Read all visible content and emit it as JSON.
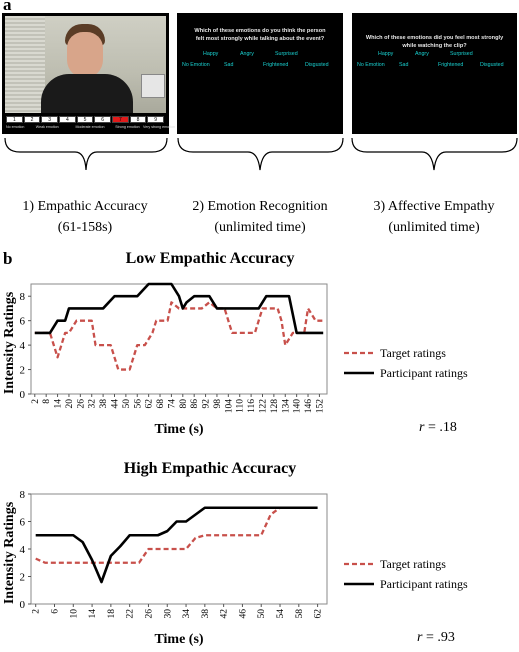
{
  "panel_a": {
    "letter": "a",
    "video": {
      "scale_numbers": [
        "1",
        "2",
        "3",
        "4",
        "5",
        "6",
        "7",
        "8",
        "9"
      ],
      "scale_labels": [
        "No emotion",
        "Weak emotion",
        "Moderate emotion",
        "Strong emotion",
        "Very strong emotion"
      ]
    },
    "screen2": {
      "question": "Which of these emotions do you think the person felt most strongly while talking about the event?",
      "row1": [
        "Happy",
        "Angry",
        "Surprised"
      ],
      "row2": [
        "No Emotion",
        "Sad",
        "Frightened",
        "Disgusted"
      ]
    },
    "screen3": {
      "question": "Which of these emotions did you feel most strongly while watching the clip?",
      "row1": [
        "Happy",
        "Angry",
        "Surprised"
      ],
      "row2": [
        "No Emotion",
        "Sad",
        "Frightened",
        "Disgusted"
      ]
    },
    "captions": [
      {
        "line1": "1) Empathic Accuracy",
        "line2": "(61-158s)"
      },
      {
        "line1": "2) Emotion Recognition",
        "line2": "(unlimited time)"
      },
      {
        "line1": "3) Affective Empathy",
        "line2": "(unlimited time)"
      }
    ],
    "colors": {
      "screen_bg": "#000000",
      "option_text": "#19d2d2",
      "selected_box": "#e01a1a"
    }
  },
  "panel_b": {
    "letter": "b"
  },
  "chart_data": [
    {
      "type": "line",
      "title": "Low Empathic Accuracy",
      "xlabel": "Time (s)",
      "ylabel": "Intensity Ratings",
      "xlim": [
        0,
        156
      ],
      "ylim": [
        0,
        9
      ],
      "x_ticks": [
        2,
        8,
        14,
        20,
        26,
        32,
        38,
        44,
        50,
        56,
        62,
        68,
        74,
        80,
        86,
        92,
        98,
        104,
        110,
        116,
        122,
        128,
        134,
        140,
        146,
        152
      ],
      "y_ticks": [
        0,
        2,
        4,
        6,
        8
      ],
      "grid": false,
      "legend_position": "right",
      "annotation": {
        "prefix": "r",
        "value": "= .18"
      },
      "series": [
        {
          "name": "Target ratings",
          "color": "#c8504b",
          "dash": true,
          "x": [
            2,
            6,
            10,
            12,
            14,
            16,
            18,
            20,
            24,
            28,
            32,
            34,
            38,
            42,
            46,
            48,
            52,
            56,
            60,
            64,
            66,
            70,
            72,
            74,
            78,
            82,
            86,
            90,
            94,
            98,
            102,
            106,
            110,
            114,
            118,
            122,
            126,
            130,
            132,
            134,
            138,
            142,
            144,
            146,
            150,
            154
          ],
          "y": [
            5,
            5,
            5,
            4,
            3,
            4,
            5,
            5,
            6,
            6,
            6,
            4,
            4,
            4,
            2,
            2,
            2,
            4,
            4,
            5,
            6,
            6,
            6,
            7.5,
            7,
            7,
            7,
            7,
            7.5,
            7,
            7,
            5,
            5,
            5,
            5,
            7,
            7,
            7,
            6,
            4,
            5,
            5,
            5,
            7,
            6,
            6
          ]
        },
        {
          "name": "Participant ratings",
          "color": "#000000",
          "dash": false,
          "x": [
            2,
            8,
            10,
            14,
            18,
            20,
            24,
            28,
            32,
            38,
            44,
            50,
            56,
            62,
            68,
            74,
            78,
            80,
            82,
            86,
            90,
            94,
            98,
            104,
            110,
            116,
            120,
            124,
            128,
            132,
            136,
            140,
            144,
            148,
            152,
            154
          ],
          "y": [
            5,
            5,
            5,
            6,
            6,
            7,
            7,
            7,
            7,
            7,
            8,
            8,
            8,
            9,
            9,
            9,
            8,
            7,
            7.5,
            8,
            8,
            8,
            7,
            7,
            7,
            7,
            7,
            8,
            8,
            8,
            8,
            5,
            5,
            5,
            5,
            5
          ]
        }
      ]
    },
    {
      "type": "line",
      "title": "High Empathic Accuracy",
      "xlabel": "Time (s)",
      "ylabel": "Intensity Ratings",
      "xlim": [
        1,
        64
      ],
      "ylim": [
        0,
        8
      ],
      "x_ticks": [
        2,
        6,
        10,
        14,
        18,
        22,
        26,
        30,
        34,
        38,
        42,
        46,
        50,
        54,
        58,
        62
      ],
      "y_ticks": [
        0,
        2,
        4,
        6,
        8
      ],
      "grid": false,
      "legend_position": "right",
      "annotation": {
        "prefix": "r",
        "value": "= .93"
      },
      "series": [
        {
          "name": "Target ratings",
          "color": "#c8504b",
          "dash": true,
          "x": [
            2,
            4,
            6,
            8,
            10,
            12,
            14,
            16,
            18,
            20,
            22,
            24,
            26,
            28,
            30,
            32,
            34,
            36,
            38,
            40,
            42,
            44,
            46,
            48,
            50,
            52,
            54,
            56,
            58,
            60,
            62
          ],
          "y": [
            3.3,
            3,
            3,
            3,
            3,
            3,
            3,
            3,
            3,
            3,
            3,
            3,
            4,
            4,
            4,
            4,
            4,
            4.8,
            5,
            5,
            5,
            5,
            5,
            5,
            5,
            6.5,
            7,
            7,
            7,
            7,
            7
          ]
        },
        {
          "name": "Participant ratings",
          "color": "#000000",
          "dash": false,
          "x": [
            2,
            4,
            6,
            8,
            10,
            12,
            14,
            16,
            18,
            20,
            22,
            24,
            26,
            28,
            30,
            32,
            34,
            36,
            38,
            40,
            42,
            44,
            46,
            48,
            50,
            52,
            54,
            56,
            58,
            60,
            62
          ],
          "y": [
            5,
            5,
            5,
            5,
            5,
            4.5,
            3.2,
            1.6,
            3.5,
            4.2,
            5,
            5,
            5,
            5,
            5.3,
            6,
            6,
            6.5,
            7,
            7,
            7,
            7,
            7,
            7,
            7,
            7,
            7,
            7,
            7,
            7,
            7
          ]
        }
      ]
    }
  ]
}
